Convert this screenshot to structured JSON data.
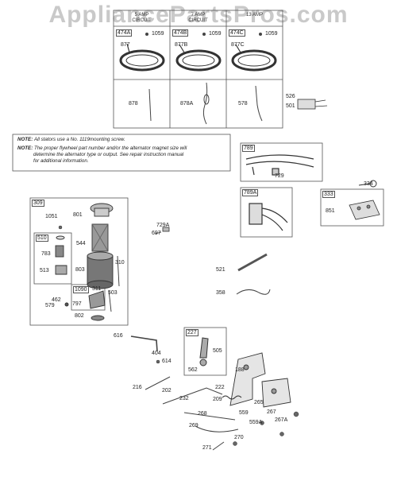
{
  "watermark": "AppliancePartsPros.com",
  "stator_table": {
    "headers": [
      "5 AMP\nCIRCUIT",
      "7 AMP\nCIRCUIT",
      "13 AMP"
    ],
    "stators": [
      {
        "ref": "474A",
        "screw": "1059",
        "lead": "877",
        "sub": "878"
      },
      {
        "ref": "474B",
        "screw": "1059",
        "lead": "877B",
        "sub": "878A"
      },
      {
        "ref": "474C",
        "screw": "1059",
        "lead": "877C",
        "sub": "578"
      }
    ]
  },
  "notes": {
    "note1_prefix": "NOTE:",
    "note1_text": "All stators use a No. 1119mounting screw.",
    "note2_prefix": "NOTE:",
    "note2_line1": "The proper flywheel part number and/or the alternator magnet size will",
    "note2_line2": "determine the alternator type or output. See repair instruction manual",
    "note2_line3": "for additional information."
  },
  "boxes": {
    "b789": {
      "label": "789",
      "parts": [
        "729"
      ]
    },
    "b789A": {
      "label": "789A"
    },
    "b333": {
      "label": "333",
      "parts": [
        "851"
      ]
    },
    "b309": {
      "label": "309"
    },
    "b510": {
      "label": "510"
    },
    "b1090": {
      "label": "1090"
    },
    "b311": {
      "label": "311"
    },
    "b227": {
      "label": "227"
    }
  },
  "parts": {
    "p526": "526",
    "p501": "501",
    "p334": "334",
    "p1051": "1051",
    "p801": "801",
    "p544": "544",
    "p783": "783",
    "p513": "513",
    "p803": "803",
    "p310": "310",
    "p462": "462",
    "p579": "579",
    "p797": "797",
    "p503": "503",
    "p802": "802",
    "p729A": "729A",
    "p697": "697",
    "p521": "521",
    "p358": "358",
    "p616": "616",
    "p404": "404",
    "p614": "614",
    "p505": "505",
    "p562": "562",
    "p188": "188",
    "p216": "216",
    "p202": "202",
    "p232": "232",
    "p222": "222",
    "p209": "209",
    "p265": "265",
    "p267": "267",
    "p268": "268",
    "p559": "559",
    "p269": "269",
    "p559A": "559A",
    "p267A": "267A",
    "p270": "270",
    "p271": "271"
  }
}
